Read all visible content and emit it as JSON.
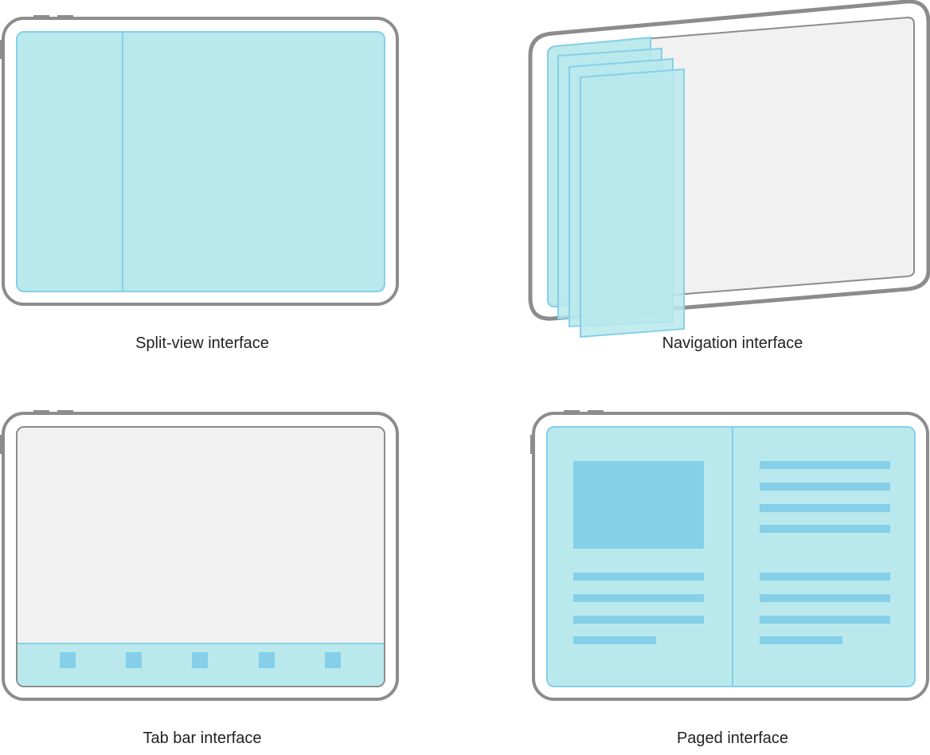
{
  "captions": {
    "split_view": "Split-view interface",
    "navigation": "Navigation interface",
    "tab_bar": "Tab bar interface",
    "paged": "Paged interface"
  },
  "colors": {
    "device_frame": "#8c8c8c",
    "screen_fill": "#b9e9ec",
    "screen_border": "#86cfe9",
    "content_block": "#86cfe9",
    "neutral_screen": "#f1f1f1"
  },
  "tab_bar": {
    "tab_count": 5
  },
  "paged": {
    "left_page_lines": 4,
    "right_page_top_lines": 4,
    "right_page_bottom_lines": 4
  },
  "navigation": {
    "stacked_views": 4
  }
}
